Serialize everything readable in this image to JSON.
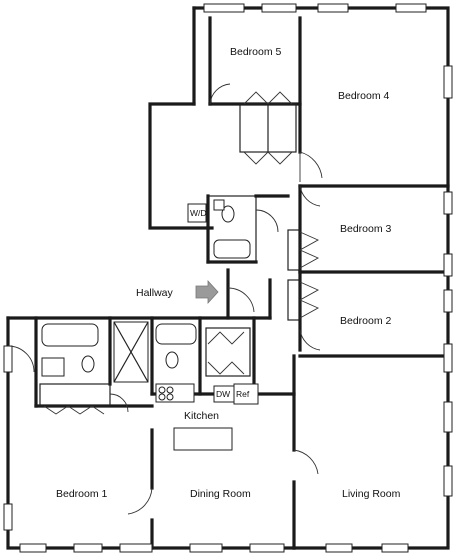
{
  "rooms": {
    "bedroom5": "Bedroom 5",
    "bedroom4": "Bedroom 4",
    "bedroom3": "Bedroom 3",
    "bedroom2": "Bedroom 2",
    "bedroom1": "Bedroom 1",
    "hallway": "Hallway",
    "kitchen": "Kitchen",
    "dining": "Dining Room",
    "living": "Living Room"
  },
  "fixtures": {
    "wd": "W/D",
    "dw": "DW",
    "ref": "Ref"
  },
  "colors": {
    "wall": "#1a1a1a",
    "arrow": "#9a9a9a"
  }
}
